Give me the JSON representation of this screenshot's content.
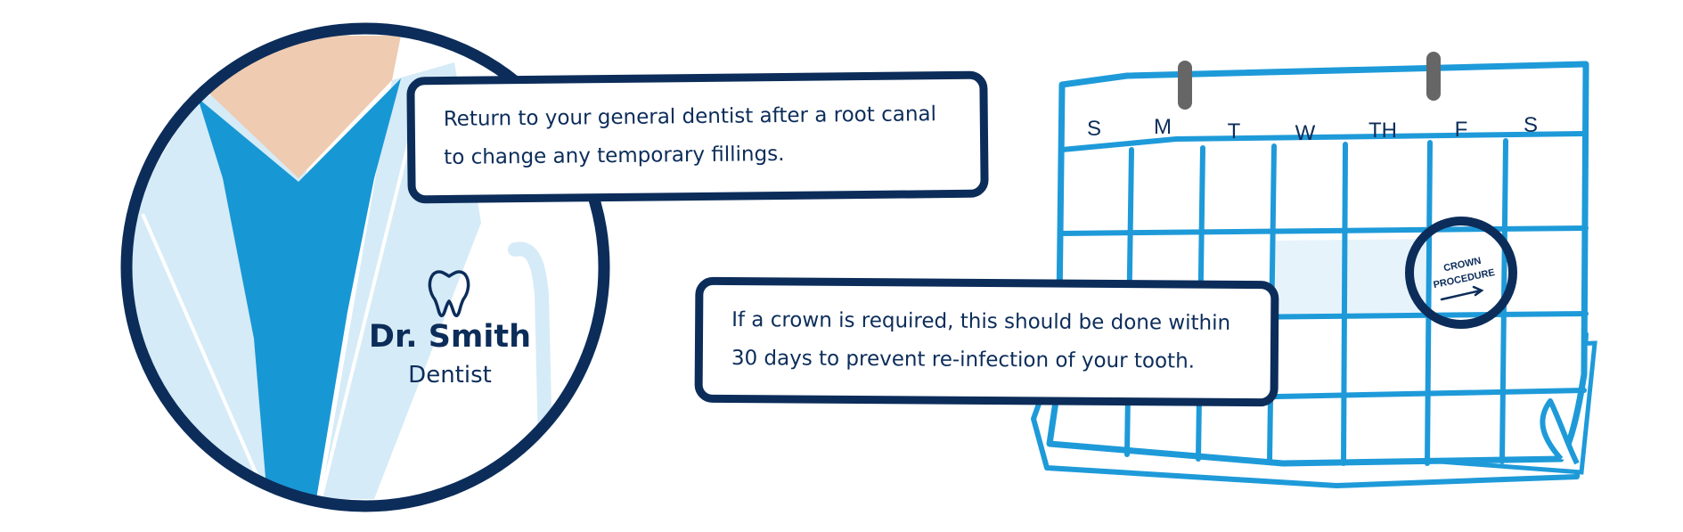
{
  "doctor": {
    "name": "Dr. Smith",
    "role": "Dentist",
    "icon": "tooth-icon"
  },
  "calendar": {
    "days": [
      "S",
      "M",
      "T",
      "W",
      "TH",
      "F",
      "S"
    ],
    "marked_event": {
      "line1": "CROWN",
      "line2": "PROCEDURE"
    }
  },
  "callouts": [
    {
      "line1": "Return to your general dentist after a root canal",
      "line2": "to change any temporary fillings."
    },
    {
      "line1": "If a crown is required, this should be done within",
      "line2": "30 days to prevent re-infection of your tooth."
    }
  ],
  "colors": {
    "navy": "#0c2d5a",
    "scrubs_blue": "#1897d5",
    "coat_light_blue": "#d5ebf7",
    "skin": "#eecbb1",
    "calendar_blue": "#1e9ad9",
    "ring_gray": "#666666"
  }
}
